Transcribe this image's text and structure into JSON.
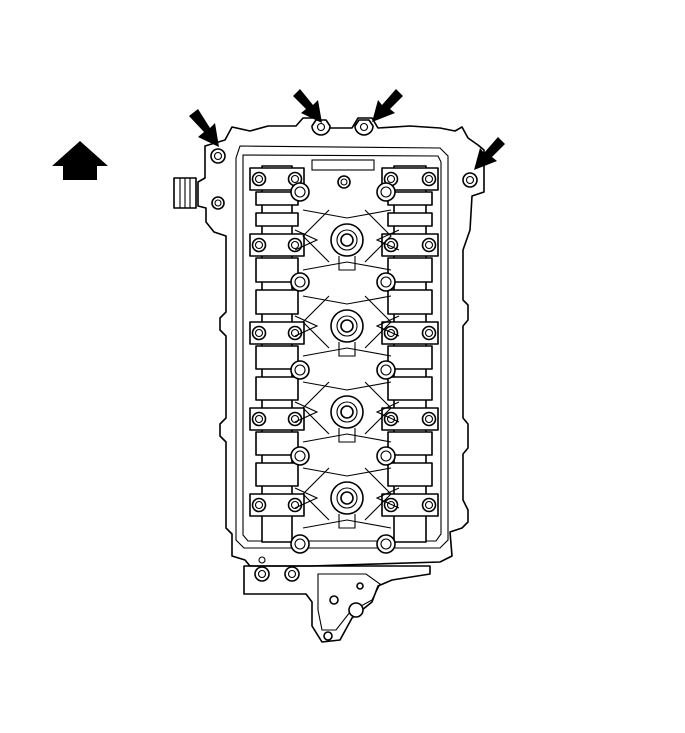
{
  "diagram": {
    "subject": "cylinder-head-camshaft-housing-top-view",
    "colors": {
      "line": "#000000",
      "background": "#ffffff"
    },
    "icons": {
      "direction_indicator": "up-arrow-icon",
      "callout": "pointer-arrow-icon"
    },
    "callout_count": 4,
    "cylinder_count": 4
  }
}
